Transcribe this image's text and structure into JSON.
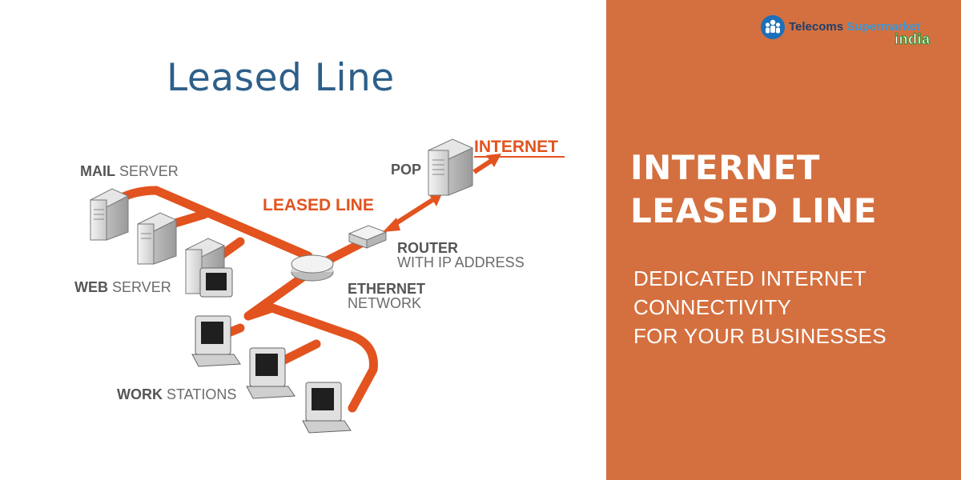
{
  "colors": {
    "panel_bg": "#d4703f",
    "accent_orange": "#e2531f",
    "title_blue": "#2e5f8a",
    "label_gray": "#6b6b6b",
    "brand_navy": "#1c3f6b",
    "brand_blue": "#3b96d6",
    "brand_green": "#2a8a2a"
  },
  "diagram": {
    "title": "Leased Line",
    "labels": {
      "mail_server_bold": "MAIL",
      "mail_server_rest": " SERVER",
      "web_server_bold": "WEB",
      "web_server_rest": " SERVER",
      "work_stations_bold": "WORK",
      "work_stations_rest": " STATIONS",
      "pop": "POP",
      "internet": "INTERNET",
      "leased_line": "LEASED LINE",
      "router_bold": "ROUTER",
      "router_rest": "WITH IP ADDRESS",
      "ethernet_bold": "ETHERNET",
      "ethernet_rest": "NETWORK"
    },
    "icons": [
      "server-icon",
      "workstation-icon",
      "hub-icon",
      "router-icon",
      "pop-server-icon",
      "arrow-icon"
    ]
  },
  "brand": {
    "name_part1": "Telecoms",
    "name_part2": "Supermarket",
    "sub": "india",
    "icon": "people-group-icon"
  },
  "panel": {
    "headline": [
      "INTERNET",
      "LEASED LINE"
    ],
    "tagline": [
      "DEDICATED INTERNET",
      "CONNECTIVITY",
      "FOR YOUR BUSINESSES"
    ]
  }
}
